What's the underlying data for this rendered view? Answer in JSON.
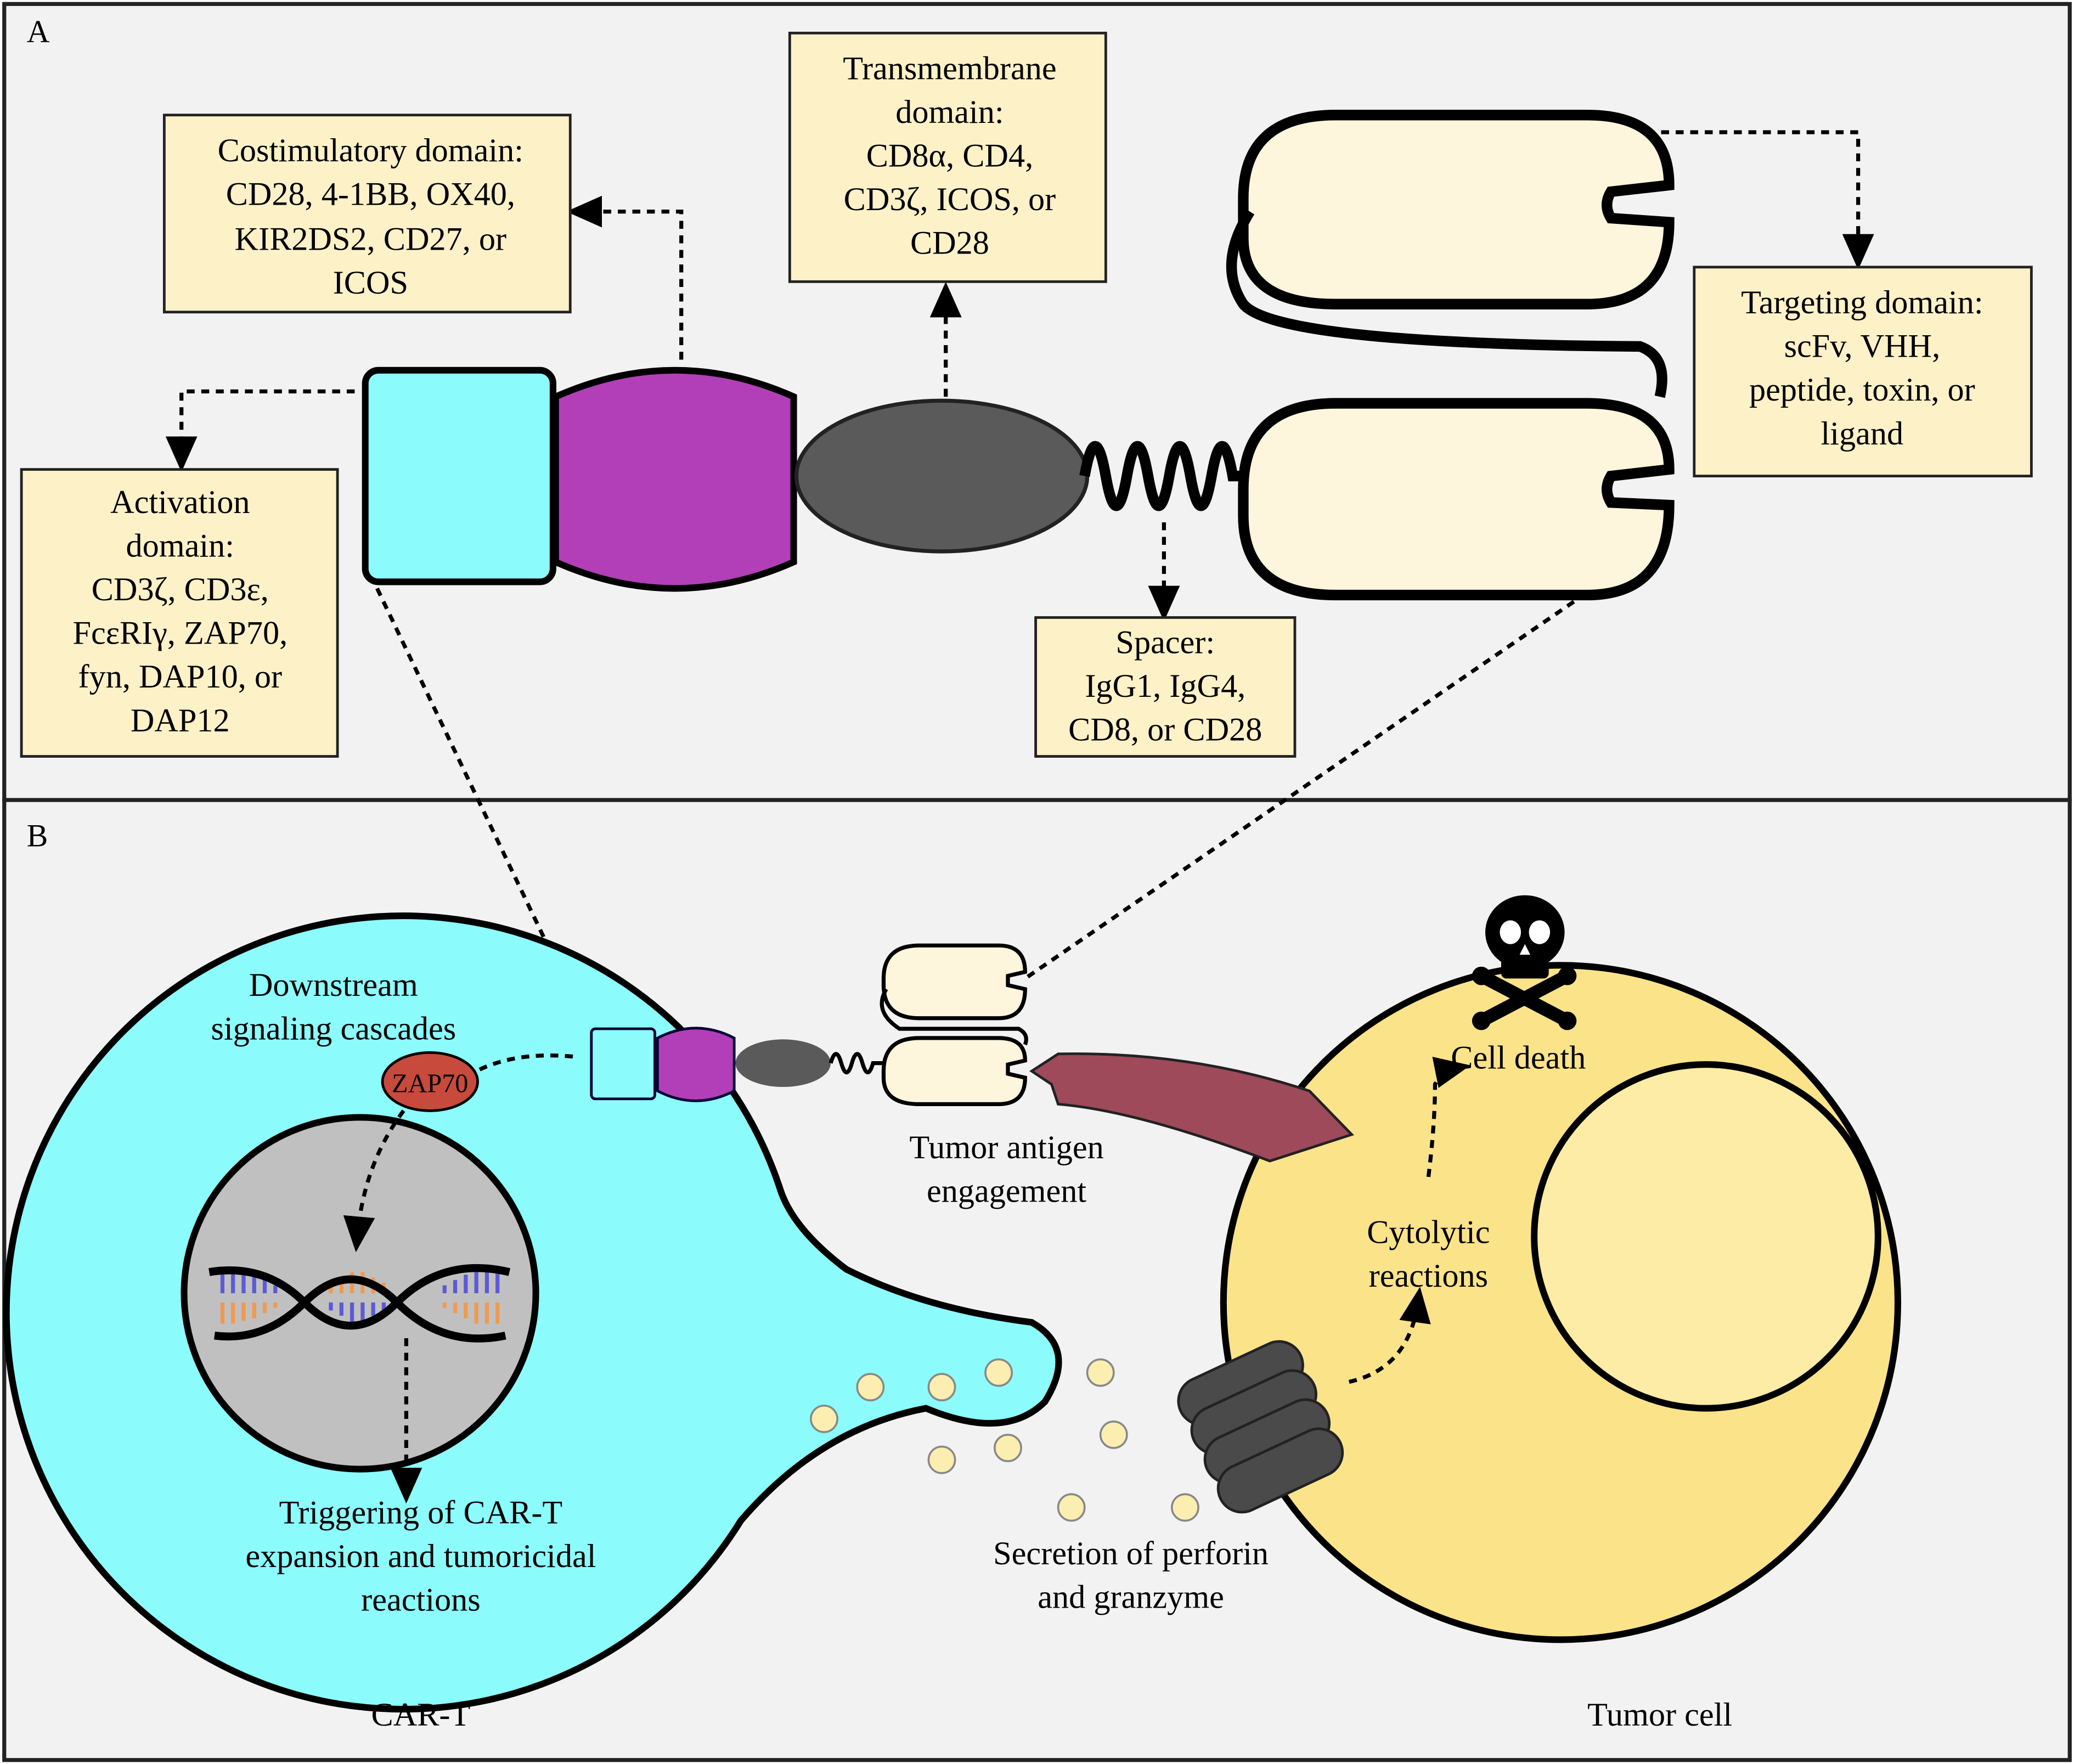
{
  "panels": {
    "a": "A",
    "b": "B"
  },
  "panel_a": {
    "costimulatory": [
      "Costimulatory domain:",
      "CD28, 4-1BB, OX40,",
      "KIR2DS2, CD27, or",
      "ICOS"
    ],
    "transmembrane": [
      "Transmembrane",
      "domain:",
      "CD8α, CD4,",
      "CD3ζ, ICOS, or",
      "CD28"
    ],
    "targeting": [
      "Targeting domain:",
      "scFv, VHH,",
      "peptide, toxin, or",
      "ligand"
    ],
    "activation": [
      "Activation",
      "domain:",
      "CD3ζ, CD3ε,",
      "FcεRIγ, ZAP70,",
      "fyn, DAP10, or",
      "DAP12"
    ],
    "spacer": [
      "Spacer:",
      "IgG1, IgG4,",
      "CD8, or CD28"
    ]
  },
  "panel_b": {
    "downstream": [
      "Downstream",
      "signaling cascades"
    ],
    "zap70": "ZAP70",
    "triggering": [
      "Triggering of CAR-T",
      "expansion and tumoricidal",
      "reactions"
    ],
    "antigen": [
      "Tumor antigen",
      "engagement"
    ],
    "secretion": [
      "Secretion of perforin",
      "and granzyme"
    ],
    "cytolytic": [
      "Cytolytic",
      "reactions"
    ],
    "cell_death": "Cell death",
    "car_t_label": "CAR-T",
    "tumor_label": "Tumor cell"
  },
  "colors": {
    "box_fill": "#fdf1c8",
    "activation_domain": "#8cfbfb",
    "costimulatory_domain": "#b23fb8",
    "transmembrane_domain": "#5a5a5a",
    "targeting_domain": "#fdf5dc",
    "car_t_cell": "#8cfbfb",
    "tumor_cell": "#fbe38a",
    "tumor_nucleus": "#fdeca6",
    "car_t_nucleus": "#c0c0c0",
    "zap70": "#c84a3c",
    "antigen": "#9e4a5a",
    "granule": "#fbeeb0"
  }
}
